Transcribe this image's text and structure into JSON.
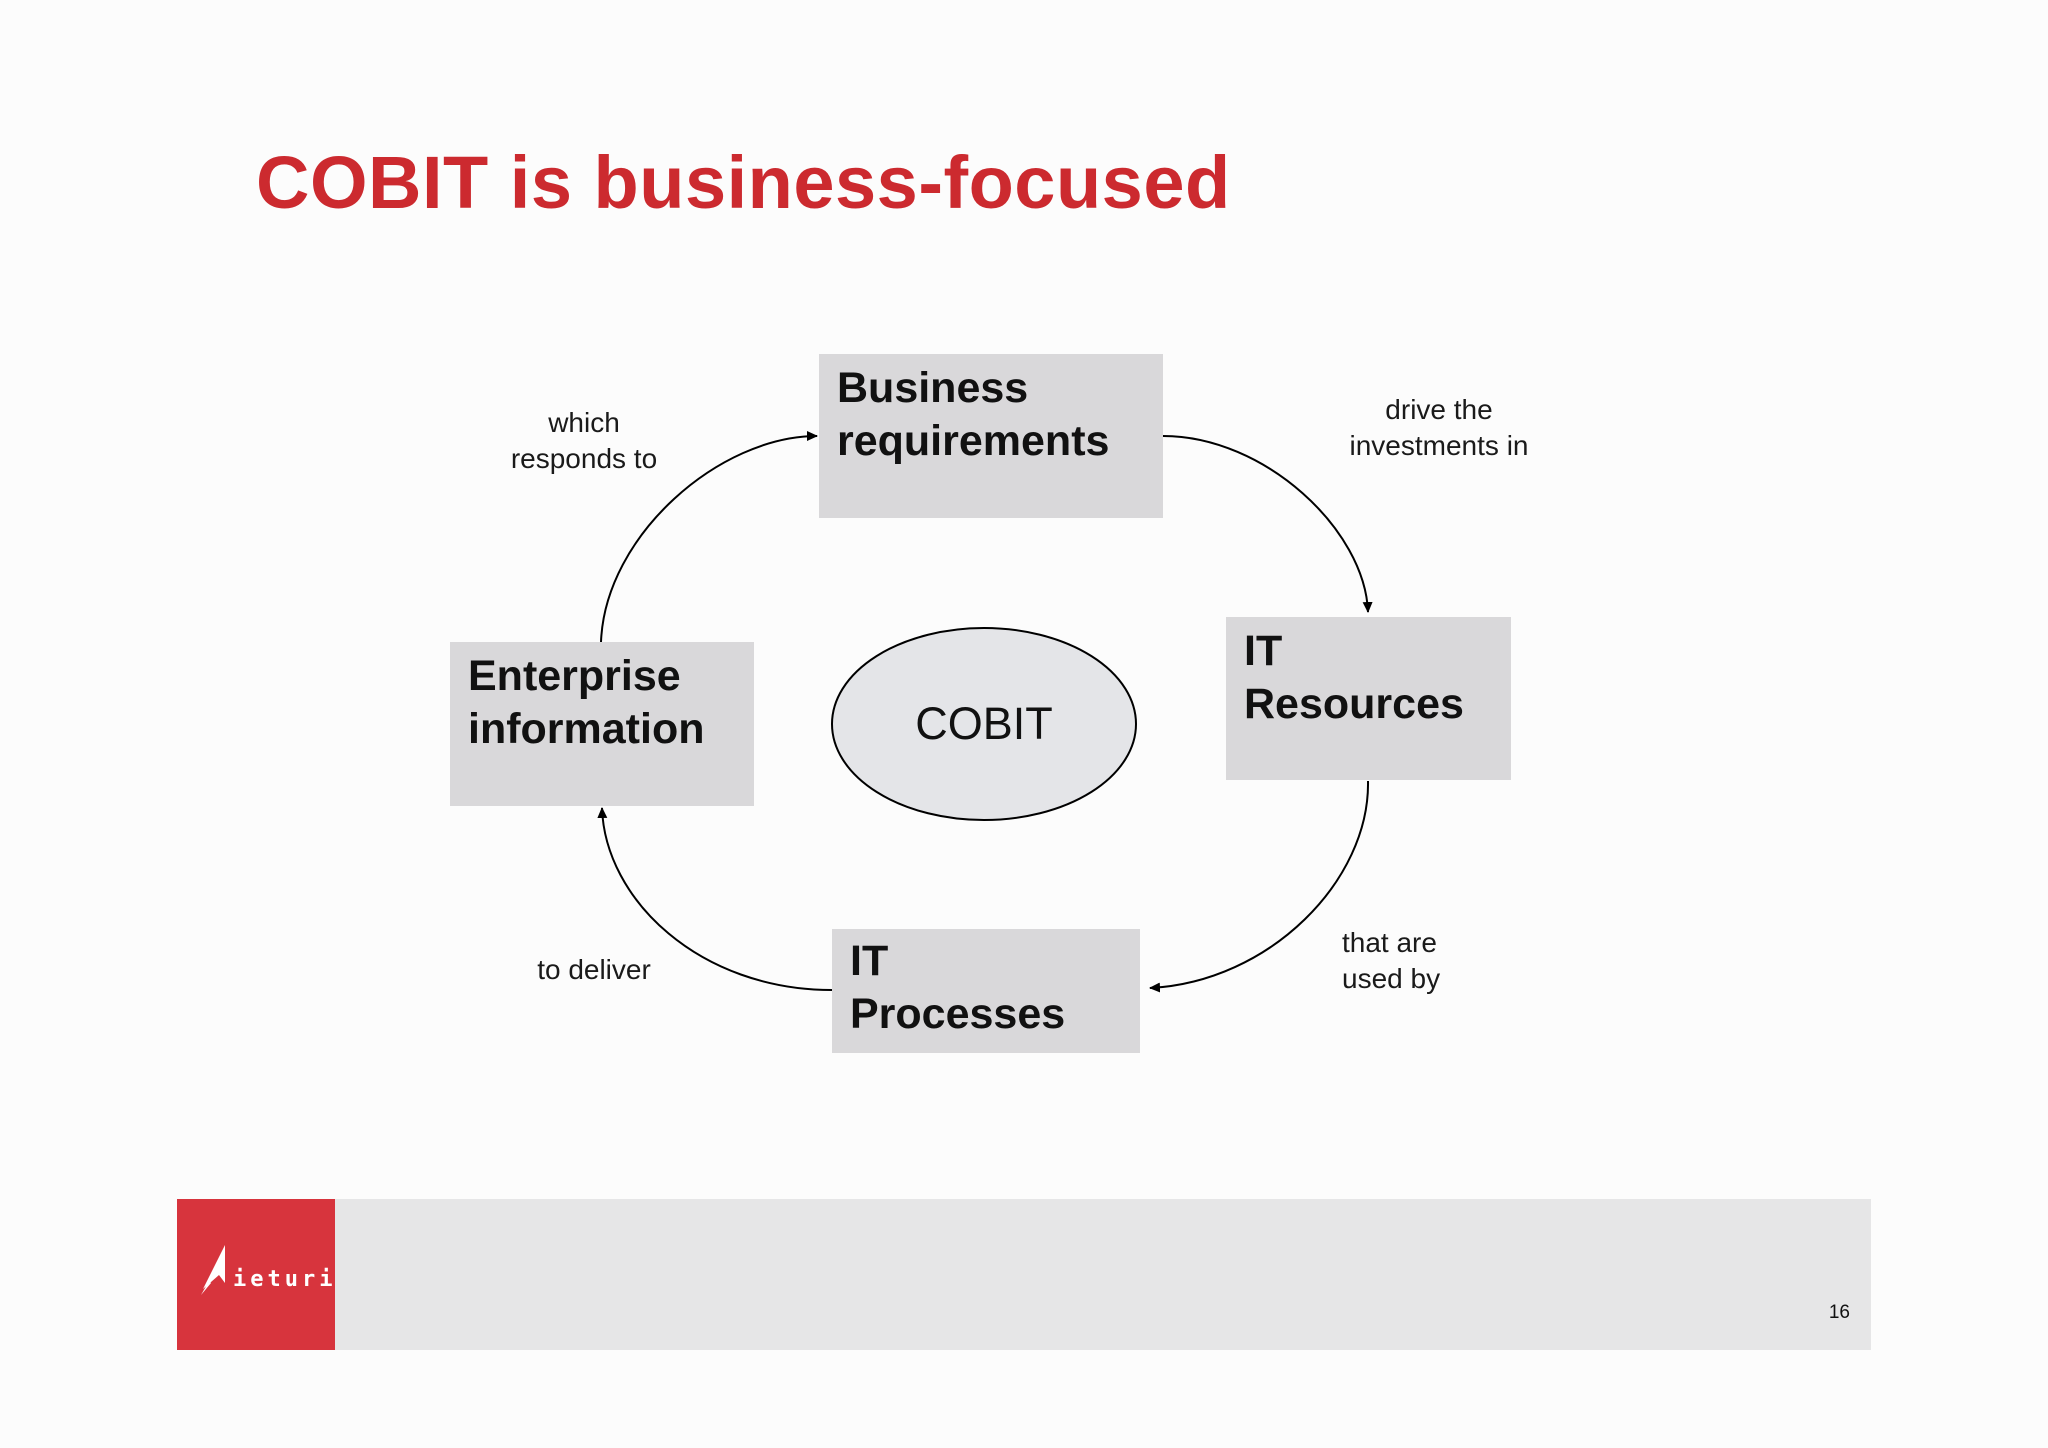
{
  "slide": {
    "title": "COBIT is business-focused",
    "page_number": "16"
  },
  "diagram": {
    "center": "COBIT",
    "nodes": {
      "business_requirements": {
        "line1": "Business",
        "line2": "requirements"
      },
      "it_resources": {
        "line1": "IT",
        "line2": "Resources"
      },
      "it_processes": {
        "line1": "IT",
        "line2": "Processes"
      },
      "enterprise_information": {
        "line1": "Enterprise",
        "line2": "information"
      }
    },
    "edges": {
      "drive": {
        "line1": "drive the",
        "line2": "investments in"
      },
      "used_by": {
        "line1": "that are",
        "line2": "used by"
      },
      "deliver": {
        "line1": "to deliver"
      },
      "responds": {
        "line1": "which",
        "line2": "responds to"
      }
    }
  },
  "footer": {
    "logo_text": "ieturi"
  },
  "colors": {
    "title": "#cc2a2f",
    "box_fill": "#d9d8da",
    "ellipse_fill": "#e4e5e8",
    "logo_bg": "#d7343d",
    "footer_bg": "#e6e6e7"
  }
}
